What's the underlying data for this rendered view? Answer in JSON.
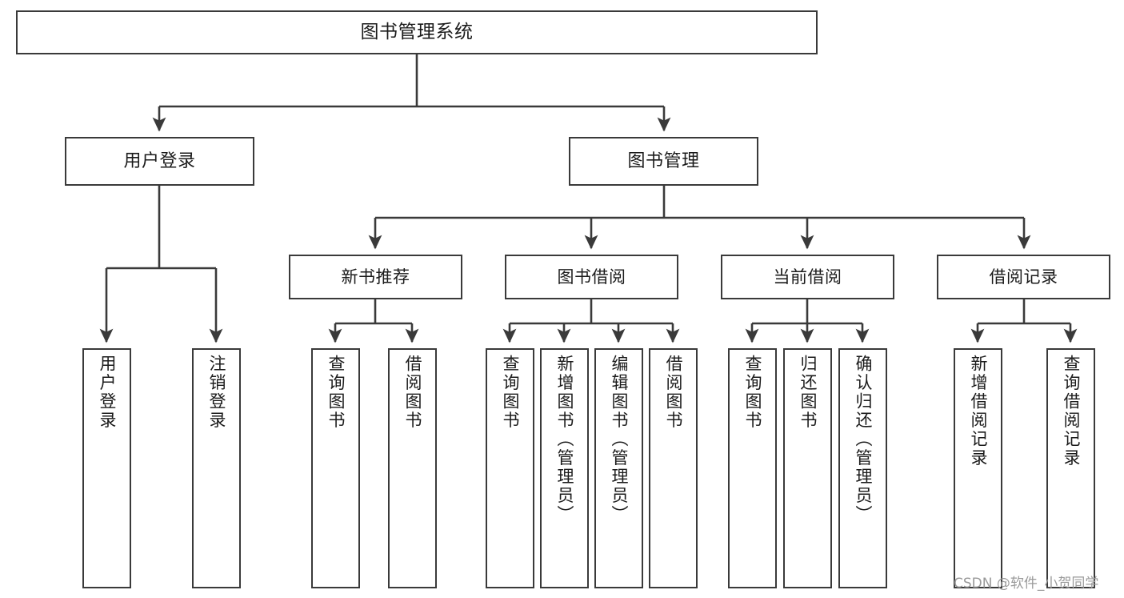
{
  "diagram": {
    "type": "tree",
    "title": "图书管理系统",
    "orientation": "top-down",
    "colors": {
      "box_border": "#3a3a3a",
      "box_fill": "#ffffff",
      "edge": "#3a3a3a",
      "text": "#1b1b1b",
      "watermark": "#9a9a9a"
    },
    "root": {
      "label": "图书管理系统"
    },
    "level1": [
      {
        "label": "用户登录"
      },
      {
        "label": "图书管理"
      }
    ],
    "level2": [
      {
        "label": "新书推荐"
      },
      {
        "label": "图书借阅"
      },
      {
        "label": "当前借阅"
      },
      {
        "label": "借阅记录"
      }
    ],
    "leaves": {
      "user_login": [
        {
          "label": "用户登录"
        },
        {
          "label": "注销登录"
        }
      ],
      "new_book_recommend": [
        {
          "label": "查询图书"
        },
        {
          "label": "借阅图书"
        }
      ],
      "book_borrow": [
        {
          "label": "查询图书"
        },
        {
          "label": "新增图书（管理员）"
        },
        {
          "label": "编辑图书（管理员）"
        },
        {
          "label": "借阅图书"
        }
      ],
      "current_borrow": [
        {
          "label": "查询图书"
        },
        {
          "label": "归还图书"
        },
        {
          "label": "确认归还（管理员）"
        }
      ],
      "borrow_record": [
        {
          "label": "新增借阅记录"
        },
        {
          "label": "查询借阅记录"
        }
      ]
    }
  },
  "watermark": {
    "text": "CSDN @软件_小贺同学"
  }
}
